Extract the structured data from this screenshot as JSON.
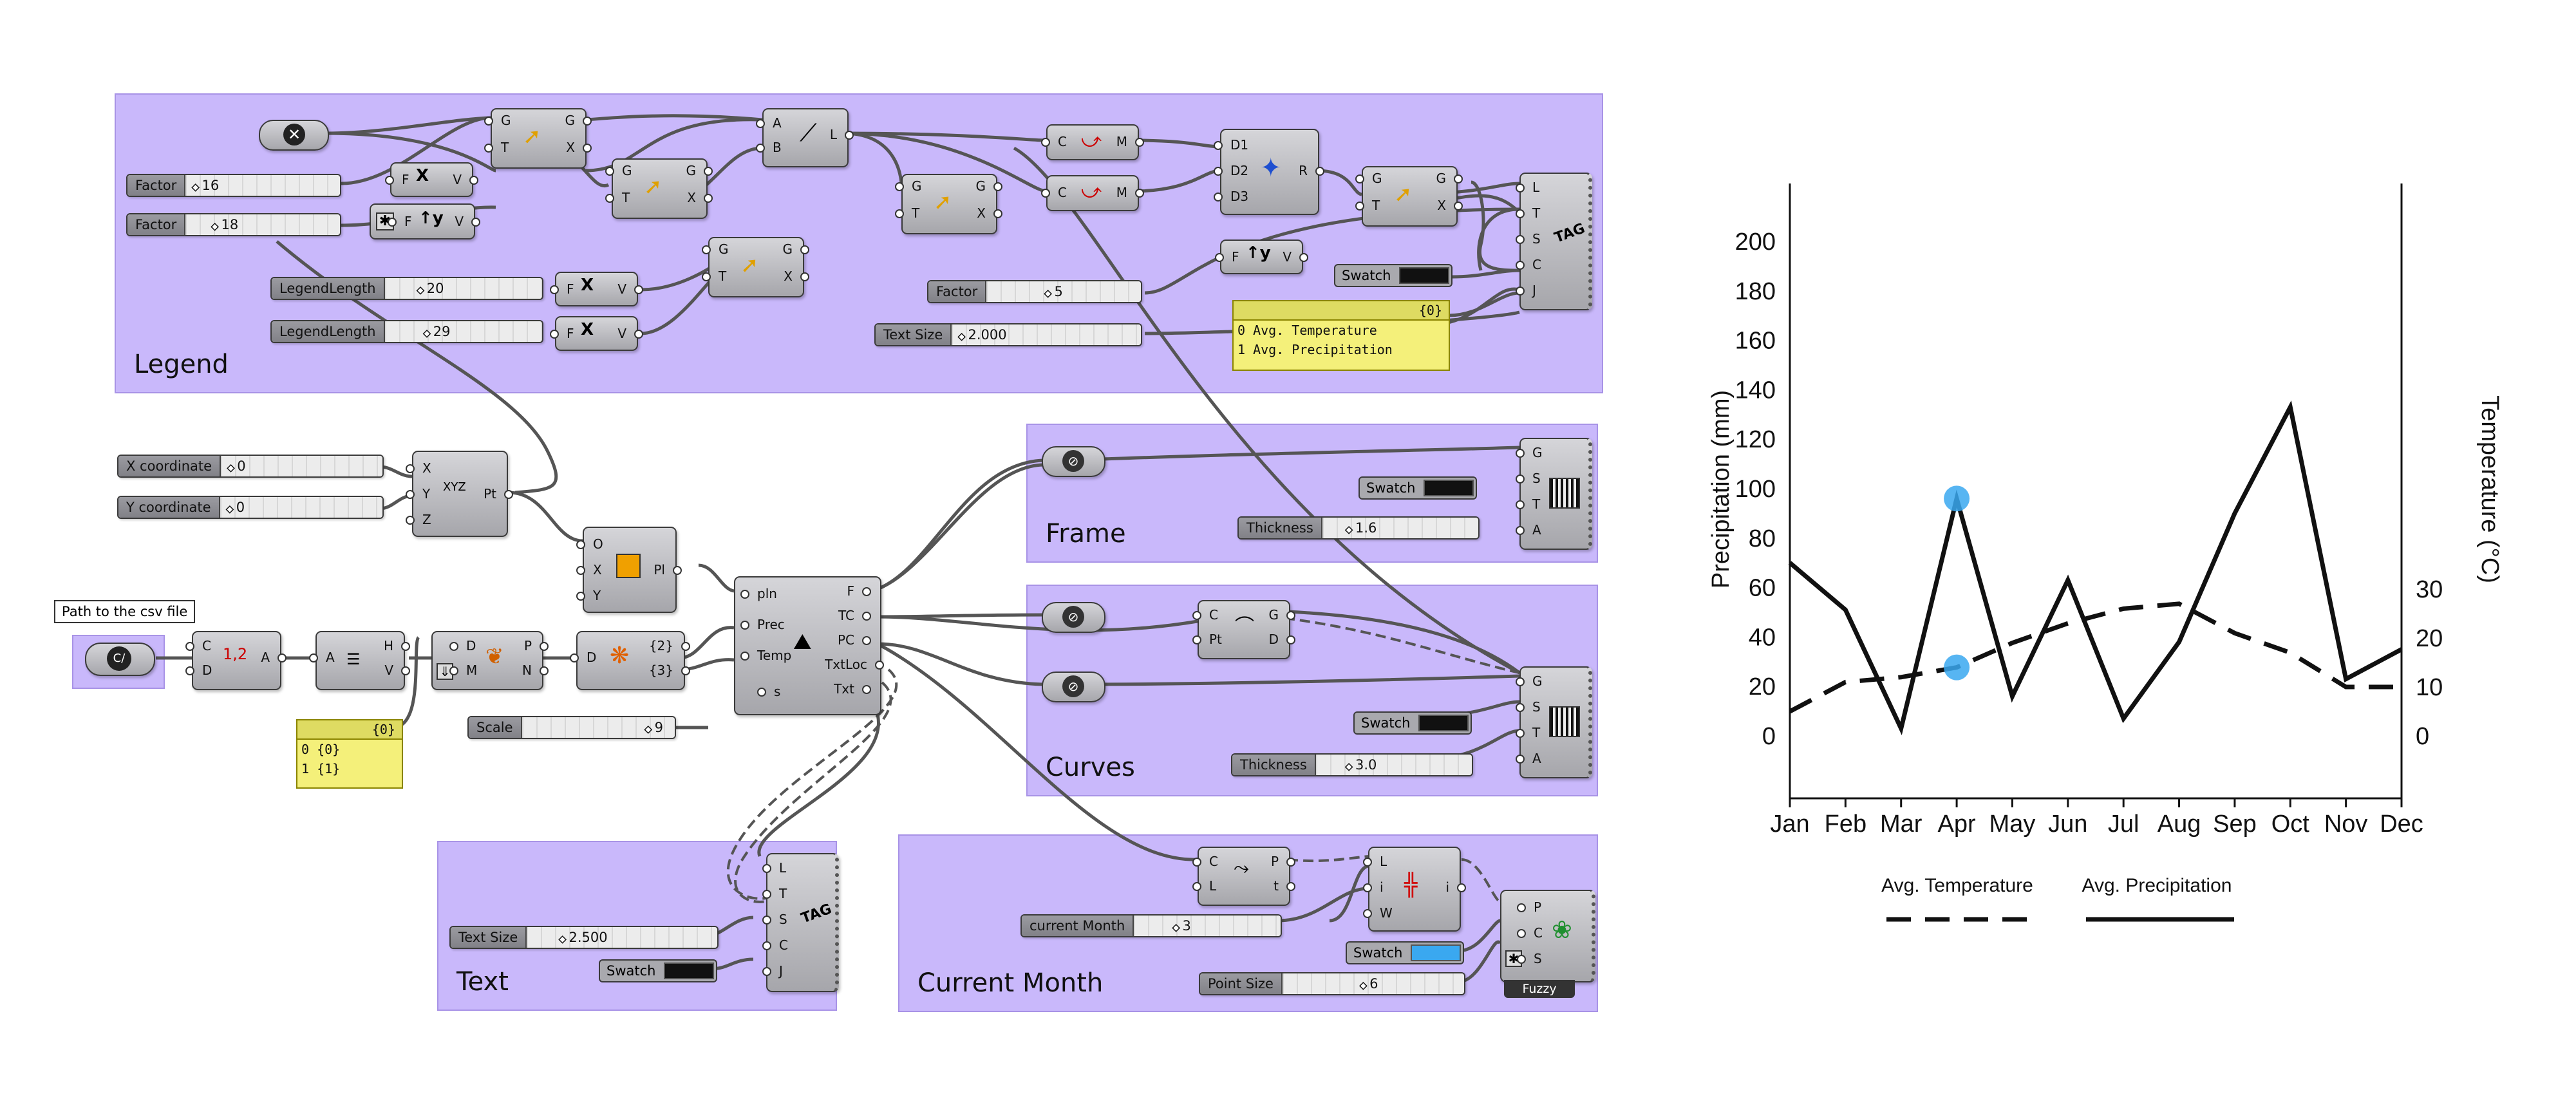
{
  "groups": {
    "legend": "Legend",
    "frame": "Frame",
    "curves": "Curves",
    "text": "Text",
    "current_month": "Current Month"
  },
  "tooltip": "Path to the csv file",
  "sliders": {
    "factor1": {
      "label": "Factor",
      "value": "16"
    },
    "factor2": {
      "label": "Factor",
      "value": "18"
    },
    "legend_length1": {
      "label": "LegendLength",
      "value": "20"
    },
    "legend_length2": {
      "label": "LegendLength",
      "value": "29"
    },
    "factor3": {
      "label": "Factor",
      "value": "5"
    },
    "text_size1": {
      "label": "Text Size",
      "value": "2.000"
    },
    "x_coord": {
      "label": "X coordinate",
      "value": "0"
    },
    "y_coord": {
      "label": "Y coordinate",
      "value": "0"
    },
    "thickness_frame": {
      "label": "Thickness",
      "value": "1.6"
    },
    "thickness_curves": {
      "label": "Thickness",
      "value": "3.0"
    },
    "scale": {
      "label": "Scale",
      "value": "9"
    },
    "text_size2": {
      "label": "Text Size",
      "value": "2.500"
    },
    "current_month": {
      "label": "current Month",
      "value": "3"
    },
    "point_size": {
      "label": "Point Size",
      "value": "6"
    }
  },
  "swatches": {
    "legend": {
      "label": "Swatch",
      "color": "#111111"
    },
    "frame": {
      "label": "Swatch",
      "color": "#111111"
    },
    "curves": {
      "label": "Swatch",
      "color": "#111111"
    },
    "text": {
      "label": "Swatch",
      "color": "#111111"
    },
    "current_month": {
      "label": "Swatch",
      "color": "#3aa8f0"
    }
  },
  "panels": {
    "legend_text": {
      "header": "{0}",
      "rows": [
        "0 Avg. Temperature",
        "1 Avg. Precipitation"
      ]
    },
    "small": {
      "header": "{0}",
      "rows": [
        "0 {0}",
        "1 {1}"
      ]
    }
  },
  "components": {
    "fuzzy_label": "Fuzzy",
    "branch_counts": [
      "{2}",
      "{3}"
    ],
    "graph_inputs": [
      "pln",
      "Prec",
      "Temp",
      "s"
    ],
    "graph_outputs": [
      "F",
      "TC",
      "PC",
      "TxtLoc",
      "Txt"
    ],
    "text_tag_inputs": [
      "L",
      "T",
      "S",
      "C",
      "J"
    ],
    "display_inputs": [
      "G",
      "S",
      "T",
      "A"
    ],
    "point_display_inputs": [
      "P",
      "C",
      "S"
    ]
  },
  "chart_data": {
    "type": "line",
    "categories": [
      "Jan",
      "Feb",
      "Mar",
      "Apr",
      "May",
      "Jun",
      "Jul",
      "Aug",
      "Sep",
      "Oct",
      "Nov",
      "Dec"
    ],
    "series": [
      {
        "name": "Avg. Precipitation",
        "axis": "left",
        "style": "solid",
        "values": [
          70,
          51,
          3,
          96,
          16,
          63,
          7,
          38,
          90,
          133,
          23,
          35
        ]
      },
      {
        "name": "Avg. Temperature",
        "axis": "right",
        "style": "dashed",
        "values": [
          5,
          11,
          12,
          14,
          19,
          23,
          26,
          27,
          21,
          17,
          10,
          10
        ]
      }
    ],
    "ylabel": "Precipitation (mm)",
    "y2label": "Temperature (°C)",
    "yticks": [
      0,
      20,
      40,
      60,
      80,
      100,
      120,
      140,
      160,
      180,
      200
    ],
    "y2ticks": [
      0,
      10,
      20,
      30
    ],
    "highlight_month": "Apr",
    "highlight_color": "#3aa8f0",
    "legend_position": "bottom"
  }
}
